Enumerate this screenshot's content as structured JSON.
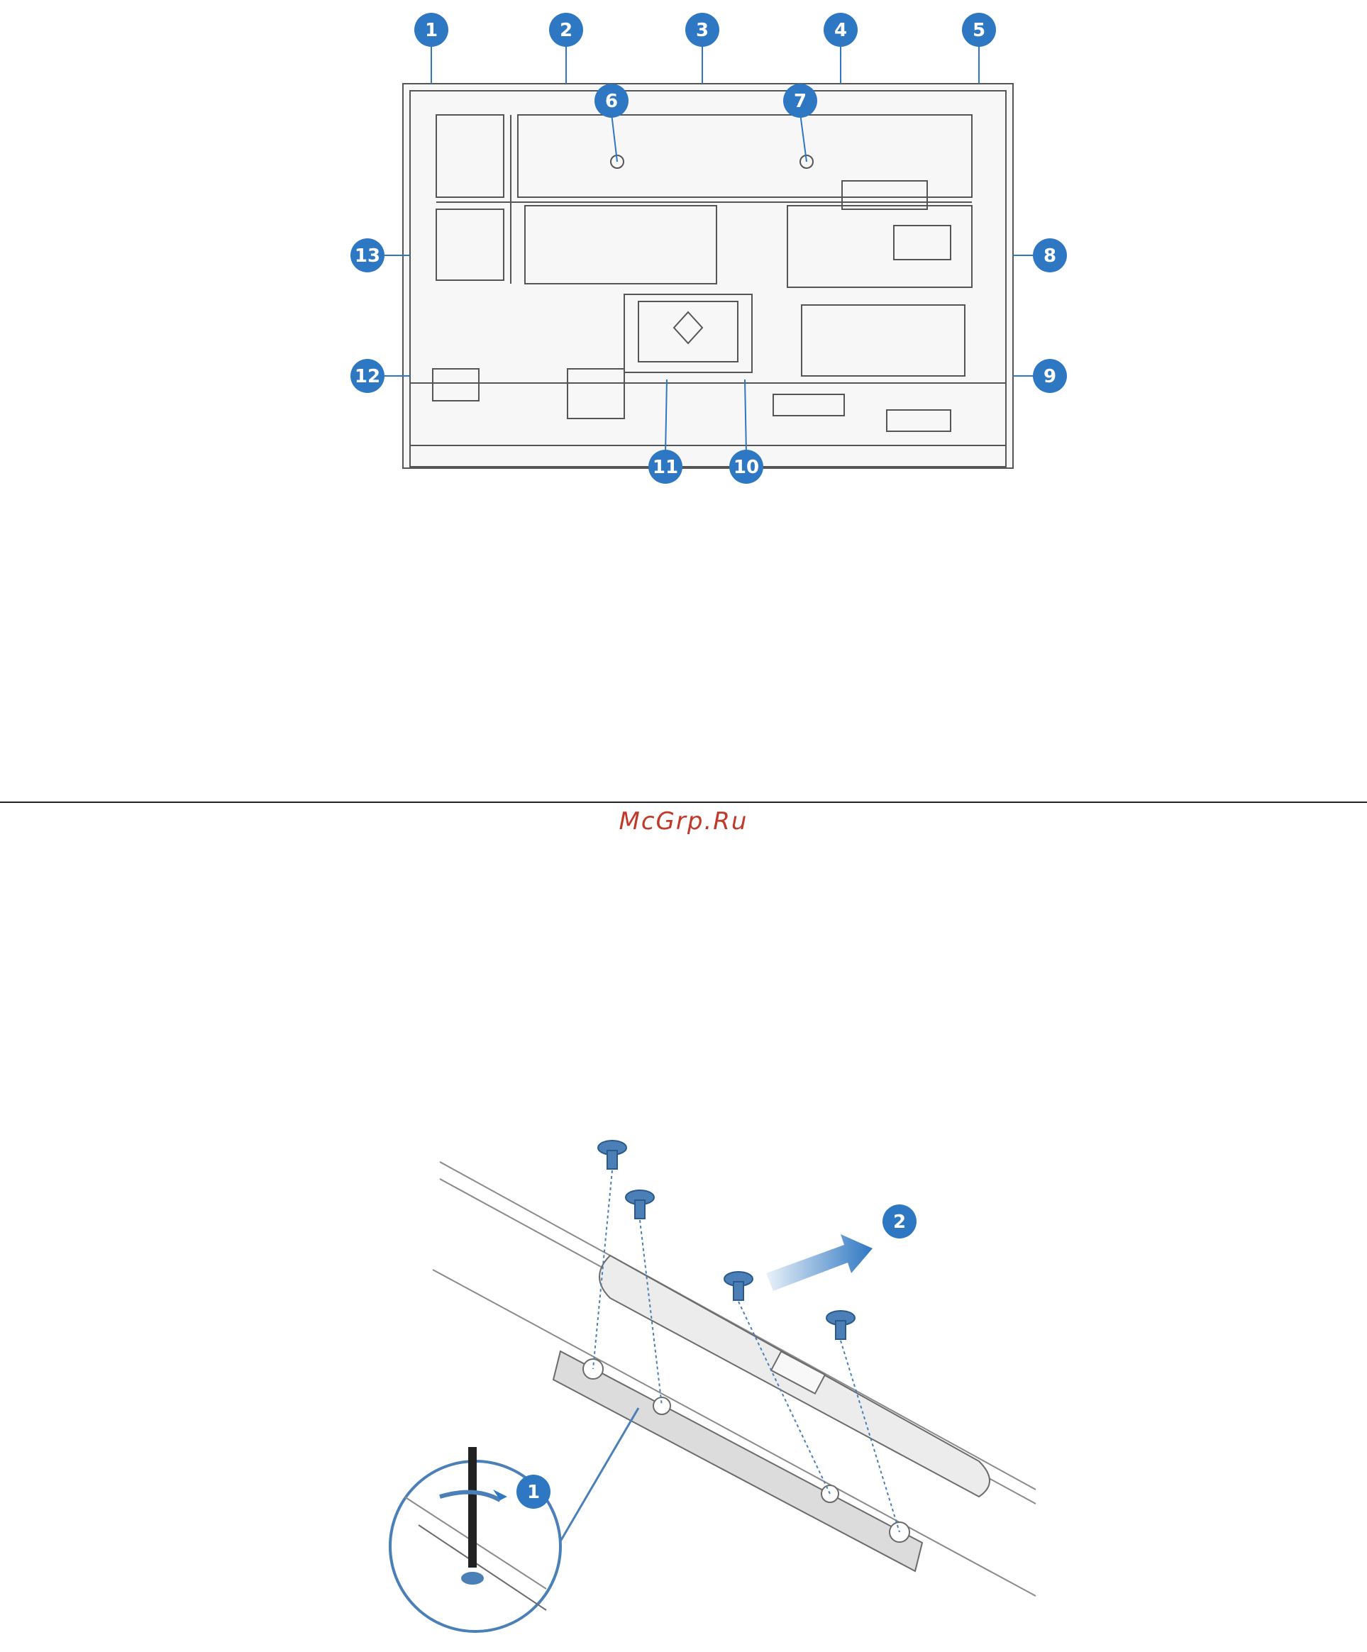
{
  "top_figure": {
    "callouts": [
      "1",
      "2",
      "3",
      "4",
      "5",
      "6",
      "7",
      "8",
      "9",
      "10",
      "11",
      "12",
      "13"
    ]
  },
  "bottom_figure": {
    "callouts": [
      "1",
      "2"
    ]
  },
  "watermark": "McGrp.Ru",
  "colors": {
    "callout_blue": "#2e77c2",
    "line_gray": "#6b6b6b",
    "screw_blue": "#4a7fb8",
    "watermark_red": "#c0392b"
  }
}
